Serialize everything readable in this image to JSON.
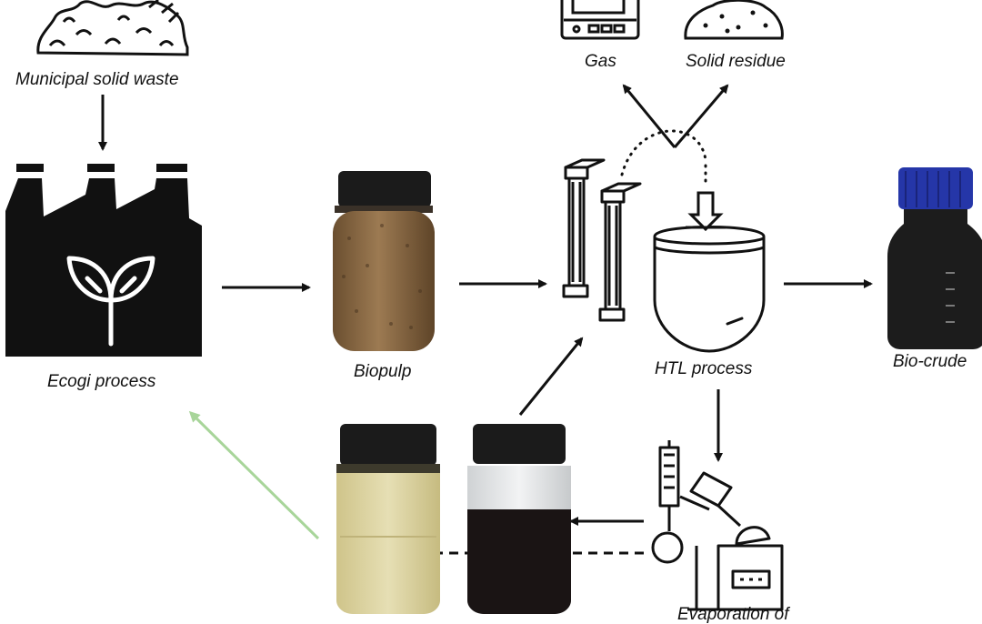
{
  "labels": {
    "municipal_solid_waste": "Municipal solid waste",
    "ecogi_process": "Ecogi process",
    "biopulp": "Biopulp",
    "htl_process": "HTL process",
    "bio_crude": "Bio-crude",
    "gas": "Gas",
    "solid_residue": "Solid residue",
    "evaporation": "Evaporation of"
  },
  "colors": {
    "line": "#111111",
    "recycle_arrow": "#a8d59a",
    "biopulp_jar": "#8a6a45",
    "biocrude_liquid": "#1c1c1c",
    "biocrude_cap": "#2536a8",
    "aqueous_phase": "#d8cf9c",
    "dark_phase": "#1a1414",
    "cap": "#1b1b1b"
  },
  "icons": [
    "waste-pile-icon",
    "factory-leaf-icon",
    "biopulp-jar-icon",
    "htl-columns-icon",
    "htl-reactor-icon",
    "bio-crude-bottle-icon",
    "gas-analyzer-icon",
    "solid-residue-icon",
    "rotary-evaporator-icon",
    "aqueous-phase-jar-icon",
    "dark-phase-jar-icon"
  ]
}
